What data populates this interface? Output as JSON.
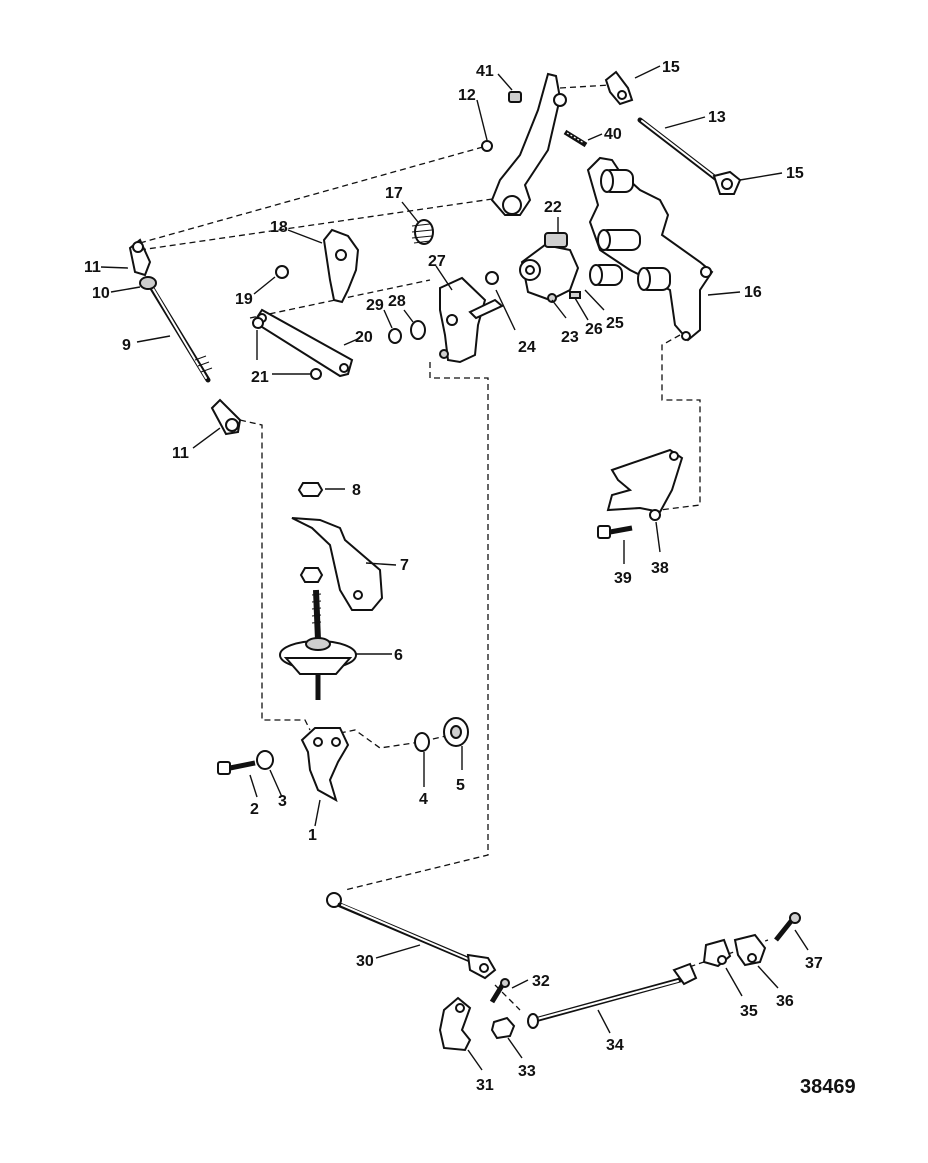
{
  "figure_number": "38469",
  "callouts": {
    "c1": "1",
    "c2": "2",
    "c3": "3",
    "c4": "4",
    "c5": "5",
    "c6": "6",
    "c7": "7",
    "c8": "8",
    "c9": "9",
    "c10": "10",
    "c11a": "11",
    "c11b": "11",
    "c12": "12",
    "c13": "13",
    "c15a": "15",
    "c15b": "15",
    "c16": "16",
    "c17": "17",
    "c18": "18",
    "c19": "19",
    "c20": "20",
    "c21": "21",
    "c22": "22",
    "c23": "23",
    "c24": "24",
    "c25": "25",
    "c26": "26",
    "c27": "27",
    "c28": "28",
    "c29": "29",
    "c30": "30",
    "c31": "31",
    "c32": "32",
    "c33": "33",
    "c34": "34",
    "c35": "35",
    "c36": "36",
    "c37": "37",
    "c38": "38",
    "c39": "39",
    "c40": "40",
    "c41": "41"
  }
}
